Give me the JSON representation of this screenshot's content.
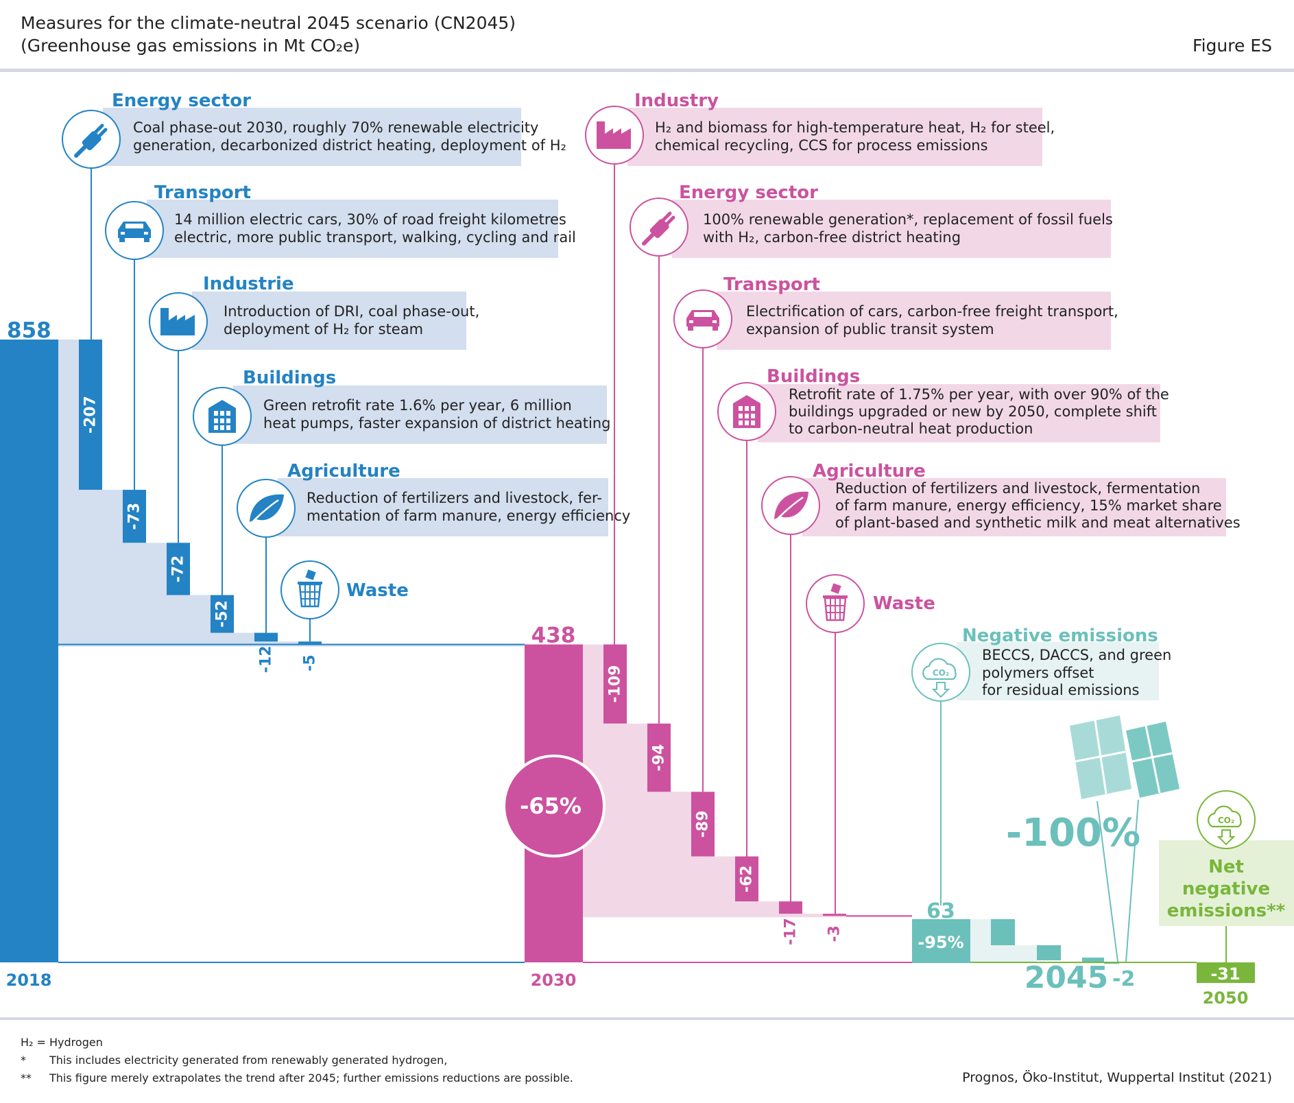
{
  "header": {
    "title_line1": "Measures for the climate-neutral 2045 scenario (CN2045)",
    "title_line2": "(Greenhouse gas emissions in Mt CO₂e)",
    "figure_label": "Figure ES"
  },
  "colors": {
    "blue": "#2383C4",
    "blue_light": "#D3DEEE",
    "pink": "#CC529F",
    "pink_light": "#F2D8E7",
    "teal": "#6BC0BB",
    "teal_light": "#E6F3F2",
    "green": "#79B63B",
    "green_light": "#E4F1D7",
    "rule": "#D5D8E2"
  },
  "chart_data": {
    "type": "bar",
    "subtype": "waterfall",
    "title": "Measures for the climate-neutral 2045 scenario (CN2045)",
    "ylabel": "Greenhouse gas emissions in Mt CO₂e",
    "ylim": [
      0,
      858
    ],
    "totals": [
      {
        "label": "2018",
        "value": 858,
        "value_label": "858"
      },
      {
        "label": "2030",
        "value": 438,
        "value_label": "438",
        "reduction_label": "-65%"
      },
      {
        "label": "2045",
        "value": 63,
        "value_label": "63",
        "reduction_label": "-95%"
      },
      {
        "label": "2050",
        "value": -31,
        "value_label": "-31"
      }
    ],
    "phase_2030": [
      {
        "sector": "Energy sector",
        "value": -207,
        "label": "-207",
        "icon": "plug-icon",
        "text_line1": "Coal phase-out 2030, roughly 70% renewable electricity",
        "text_line2": "generation, decarbonized district heating, deployment of H₂"
      },
      {
        "sector": "Transport",
        "value": -73,
        "label": "-73",
        "icon": "car-icon",
        "text_line1": "14 million electric cars, 30% of road freight kilometres",
        "text_line2": "electric, more public transport, walking, cycling and rail"
      },
      {
        "sector": "Industrie",
        "value": -72,
        "label": "-72",
        "icon": "factory-icon",
        "text_line1": "Introduction of DRI, coal phase-out,",
        "text_line2": "deployment of H₂ for steam"
      },
      {
        "sector": "Buildings",
        "value": -52,
        "label": "-52",
        "icon": "building-icon",
        "text_line1": "Green retrofit rate 1.6% per year, 6 million",
        "text_line2": "heat pumps, faster expansion of district heating"
      },
      {
        "sector": "Agriculture",
        "value": -12,
        "label": "-12",
        "icon": "leaf-icon",
        "text_line1": "Reduction of fertilizers and livestock, fer-",
        "text_line2": "mentation of farm manure, energy efficiency"
      },
      {
        "sector": "Waste",
        "value": -5,
        "label": "-5",
        "icon": "waste-bin-icon"
      }
    ],
    "phase_2045": [
      {
        "sector": "Industry",
        "value": -109,
        "label": "-109",
        "icon": "factory-icon",
        "text_line1": "H₂ and biomass for high-temperature heat, H₂ for steel,",
        "text_line2": "chemical recycling, CCS for process emissions"
      },
      {
        "sector": "Energy sector",
        "value": -94,
        "label": "-94",
        "icon": "plug-icon",
        "text_line1": "100% renewable generation*, replacement of fossil fuels",
        "text_line2": "with H₂, carbon-free district heating"
      },
      {
        "sector": "Transport",
        "value": -89,
        "label": "-89",
        "icon": "car-icon",
        "text_line1": "Electrification of cars, carbon-free freight transport,",
        "text_line2": "expansion of public transit system"
      },
      {
        "sector": "Buildings",
        "value": -62,
        "label": "-62",
        "icon": "building-icon",
        "text_line1": "Retrofit rate of 1.75% per year, with over 90% of the",
        "text_line2": "buildings upgraded or new by 2050, complete shift",
        "text_line3": "to carbon-neutral heat production"
      },
      {
        "sector": "Agriculture",
        "value": -17,
        "label": "-17",
        "icon": "leaf-icon",
        "text_line1": "Reduction of fertilizers and livestock, fermentation",
        "text_line2": "of farm manure, energy efficiency, 15% market share",
        "text_line3": "of plant-based and synthetic milk and meat alternatives"
      },
      {
        "sector": "Waste",
        "value": -3,
        "label": "-3",
        "icon": "waste-bin-icon"
      }
    ],
    "negative_emissions": {
      "title": "Negative emissions",
      "text_line1": "BECCS, DACCS, and green",
      "text_line2": "polymers offset",
      "text_line3": "for residual emissions",
      "icon": "co2-cloud-icon",
      "co2_label": "CO₂",
      "steps": [
        -30,
        -20,
        -10,
        -3
      ]
    },
    "year_2045": {
      "label": "2045",
      "value_label": "-2",
      "value": -2,
      "reduction_label": "-100%"
    },
    "net_negative": {
      "label_line1": "Net",
      "label_line2": "negative",
      "label_line3": "emissions**",
      "icon": "co2-cloud-icon"
    }
  },
  "footnotes": {
    "h2": "H₂ = Hydrogen",
    "star1_mark": "*",
    "star1_text": "This includes electricity generated from renewably generated hydrogen,",
    "star2_mark": "**",
    "star2_text": "This figure merely extrapolates the trend after 2045; further emissions reductions are possible."
  },
  "source": "Prognos, Öko-Institut, Wuppertal Institut (2021)"
}
